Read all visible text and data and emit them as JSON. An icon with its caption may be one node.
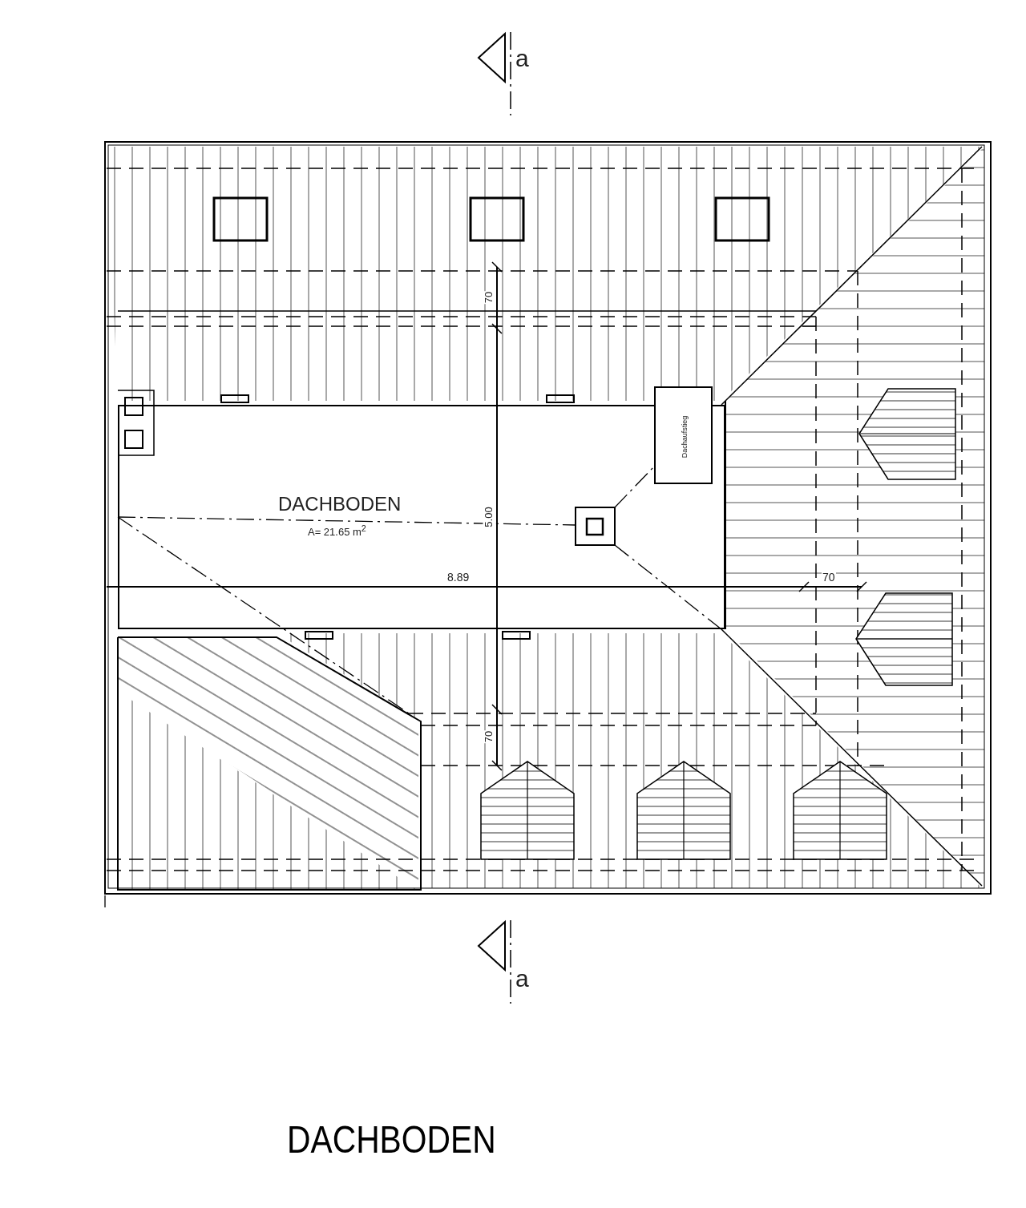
{
  "diagram": {
    "caption": "DACHBODEN",
    "nodes": [
      {
        "text": [
          "DACHBODEN",
          "A= 21.65 m$^{2}$"
        ]
      },
      {
        "text": [
          "Dachaufstieg"
        ]
      }
    ],
    "labels": [
      "a",
      "70",
      "5.00",
      "8.89",
      "70",
      "70",
      "a"
    ]
  }
}
